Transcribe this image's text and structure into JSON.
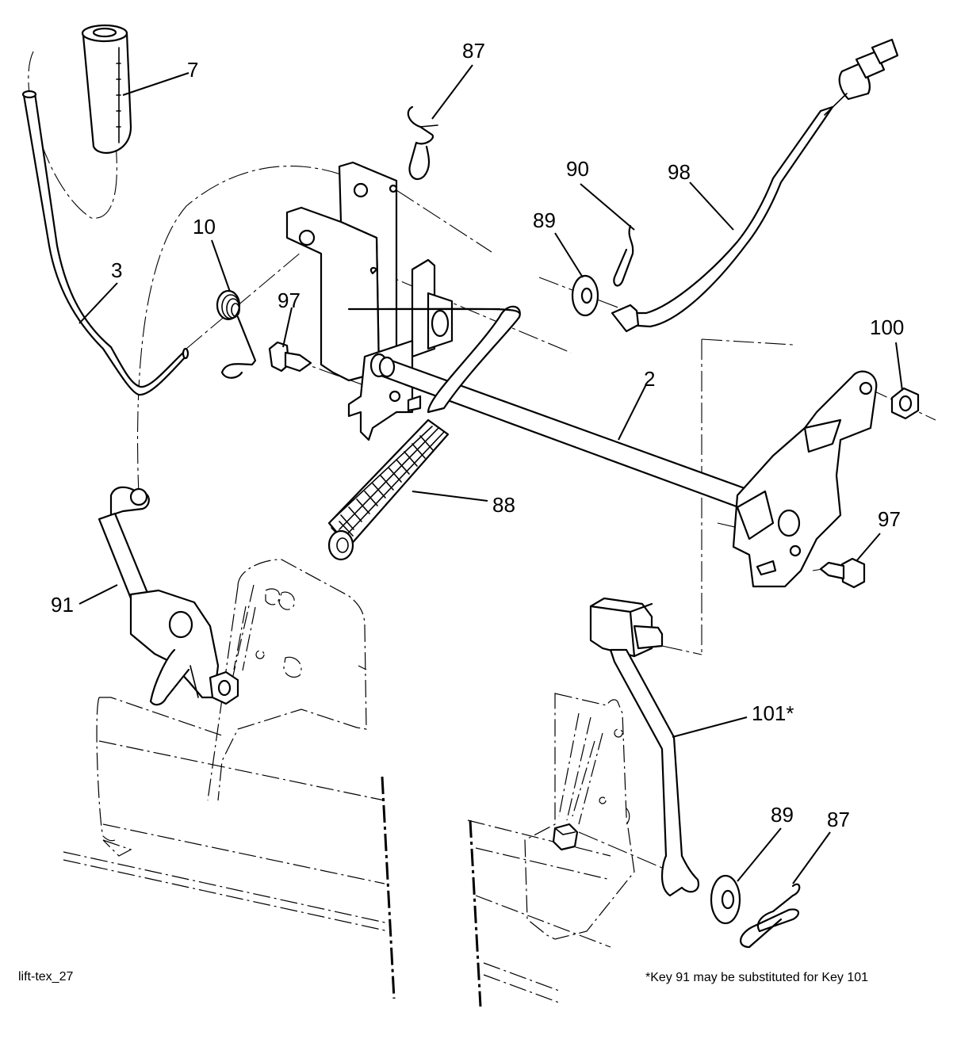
{
  "diagram": {
    "drawing_id": "lift-tex_27",
    "footnote": "*Key 91 may be substituted for Key 101",
    "callouts": {
      "c7": "7",
      "c87_top": "87",
      "c10": "10",
      "c3": "3",
      "c97_left": "97",
      "c90": "90",
      "c98": "98",
      "c89_top": "89",
      "c100": "100",
      "c2": "2",
      "c88": "88",
      "c97_right": "97",
      "c91": "91",
      "c101": "101*",
      "c89_bottom": "89",
      "c87_bottom": "87"
    }
  }
}
